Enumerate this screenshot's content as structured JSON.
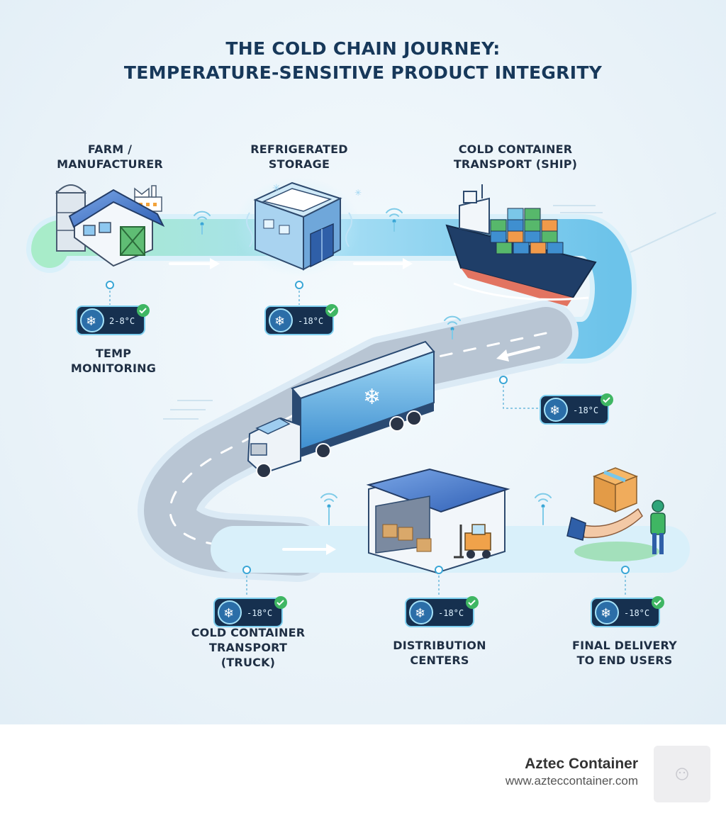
{
  "title": {
    "line1": "THE COLD CHAIN JOURNEY:",
    "line2": "TEMPERATURE-SENSITIVE PRODUCT INTEGRITY"
  },
  "stages": [
    {
      "id": "farm",
      "label_lines": [
        "FARM /",
        "MANUFACTURER"
      ],
      "temp": "2-8°C"
    },
    {
      "id": "storage",
      "label_lines": [
        "REFRIGERATED",
        "STORAGE"
      ],
      "temp": "-18°C"
    },
    {
      "id": "ship",
      "label_lines": [
        "COLD CONTAINER",
        "TRANSPORT (SHIP)"
      ],
      "temp": "-18°C"
    },
    {
      "id": "truck",
      "label_lines": [
        "COLD CONTAINER",
        "TRANSPORT",
        "(TRUCK)"
      ],
      "temp": "-18°C"
    },
    {
      "id": "distribution",
      "label_lines": [
        "DISTRIBUTION",
        "CENTERS"
      ],
      "temp": "-18°C"
    },
    {
      "id": "delivery",
      "label_lines": [
        "FINAL DELIVERY",
        "TO END USERS"
      ],
      "temp": "-18°C"
    }
  ],
  "monitoring_label": [
    "TEMP",
    "MONITORING"
  ],
  "icons": [
    "snowflake-icon",
    "check-icon",
    "wifi-signal-icon",
    "silo-icon",
    "factory-icon",
    "forklift-icon",
    "package-icon",
    "person-icon",
    "hand-icon"
  ],
  "colors": {
    "title": "#17385a",
    "road": "#8fd2ee",
    "road_dark": "#9aa8b8",
    "accent_green": "#3fb663",
    "building_blue": "#4a78c8",
    "ship_hull": "#1f3e68"
  },
  "brand": {
    "name": "Aztec Container",
    "url": "www.azteccontainer.com"
  }
}
